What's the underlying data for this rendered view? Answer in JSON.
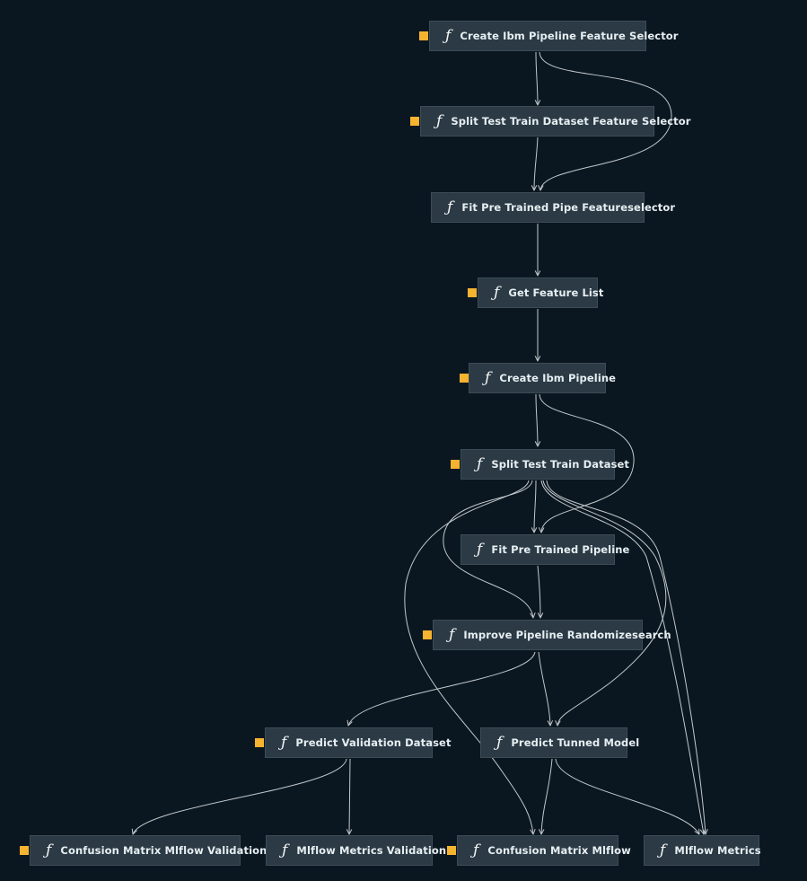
{
  "colors": {
    "background": "#0b1720",
    "node_fill": "#2b3a44",
    "node_border": "#3c4c57",
    "node_text": "#e6eef2",
    "edge": "#c2c8cc",
    "parameter_marker": "#f5b330"
  },
  "icon": "function-icon",
  "icon_glyph": "ƒ",
  "nodes": [
    {
      "id": "n1",
      "label": "Create Ibm Pipeline Feature Selector"
    },
    {
      "id": "n2",
      "label": "Split Test Train Dataset Feature Selector"
    },
    {
      "id": "n3",
      "label": "Fit Pre Trained Pipe Featureselector"
    },
    {
      "id": "n4",
      "label": "Get Feature List"
    },
    {
      "id": "n5",
      "label": "Create Ibm Pipeline"
    },
    {
      "id": "n6",
      "label": "Split Test Train Dataset"
    },
    {
      "id": "n7",
      "label": "Fit Pre Trained Pipeline"
    },
    {
      "id": "n8",
      "label": "Improve Pipeline Randomizesearch"
    },
    {
      "id": "n9",
      "label": "Predict Validation Dataset"
    },
    {
      "id": "n10",
      "label": "Predict Tunned Model"
    },
    {
      "id": "n11",
      "label": "Confusion Matrix Mlflow Validation"
    },
    {
      "id": "n12",
      "label": "Mlflow Metrics Validation"
    },
    {
      "id": "n13",
      "label": "Confusion Matrix Mlflow"
    },
    {
      "id": "n14",
      "label": "Mlflow Metrics"
    }
  ],
  "edges": [
    [
      "n1",
      "n2"
    ],
    [
      "n1",
      "n3"
    ],
    [
      "n2",
      "n3"
    ],
    [
      "n3",
      "n4"
    ],
    [
      "n4",
      "n5"
    ],
    [
      "n5",
      "n6"
    ],
    [
      "n5",
      "n7"
    ],
    [
      "n6",
      "n7"
    ],
    [
      "n6",
      "n8"
    ],
    [
      "n6",
      "n10"
    ],
    [
      "n6",
      "n13"
    ],
    [
      "n6",
      "n14"
    ],
    [
      "n7",
      "n8"
    ],
    [
      "n8",
      "n9"
    ],
    [
      "n8",
      "n10"
    ],
    [
      "n9",
      "n11"
    ],
    [
      "n9",
      "n12"
    ],
    [
      "n10",
      "n13"
    ],
    [
      "n10",
      "n14"
    ]
  ]
}
